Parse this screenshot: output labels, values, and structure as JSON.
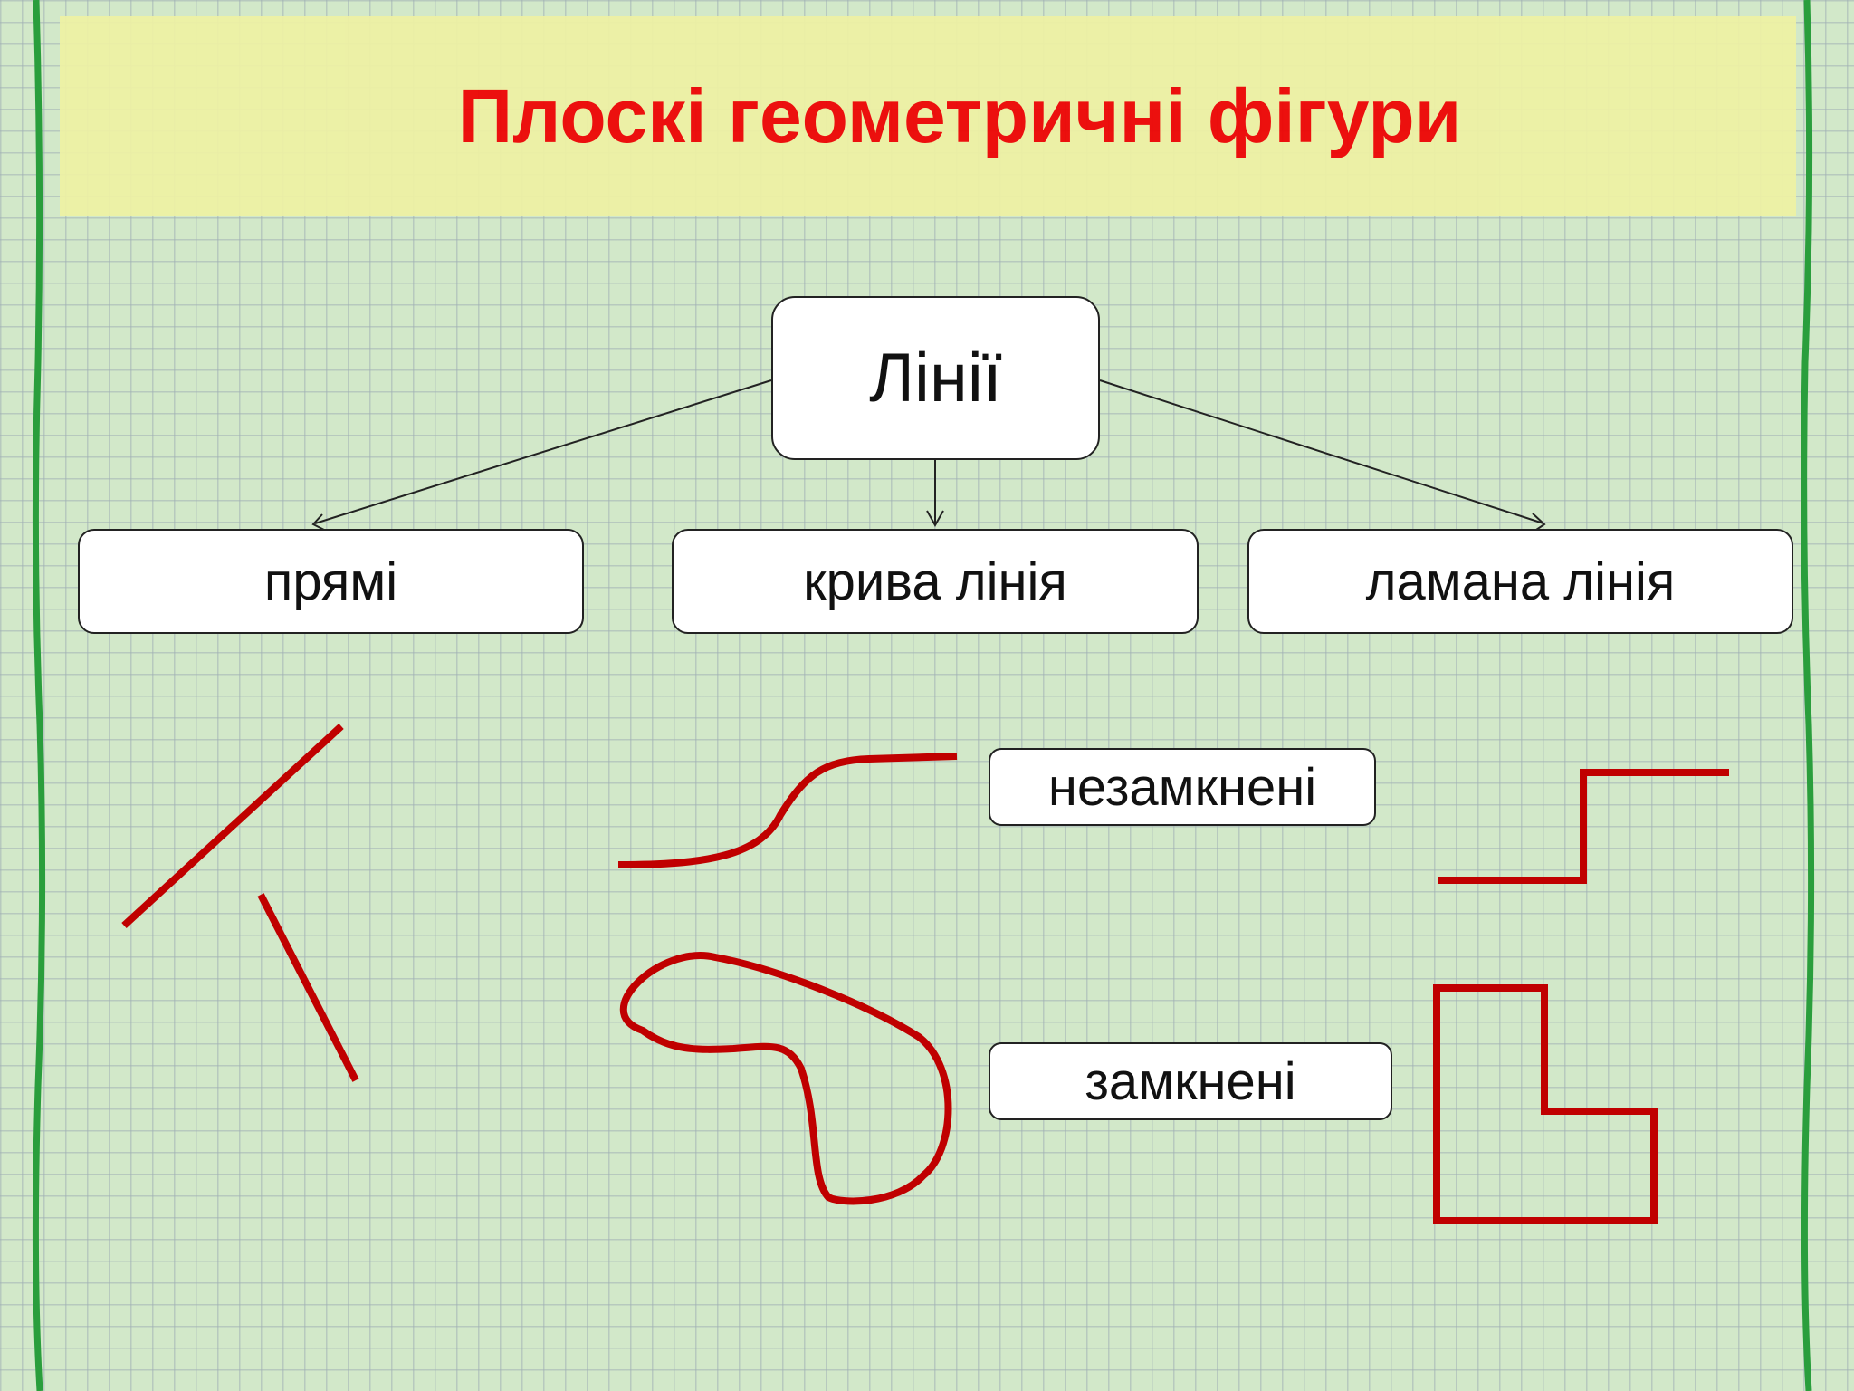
{
  "title": "Плоскі геометричні фігури",
  "root": {
    "label": "Лінії"
  },
  "categories": [
    {
      "label": "прямі"
    },
    {
      "label": "крива лінія"
    },
    {
      "label": "ламана лінія"
    }
  ],
  "subtypes": [
    {
      "label": "незамкнені"
    },
    {
      "label": "замкнені"
    }
  ],
  "colors": {
    "title": "#ee0000",
    "figure_stroke": "#c00000",
    "border": "#2a9e3c",
    "background": "#d2e8c9",
    "title_band": "#eef1a4"
  }
}
